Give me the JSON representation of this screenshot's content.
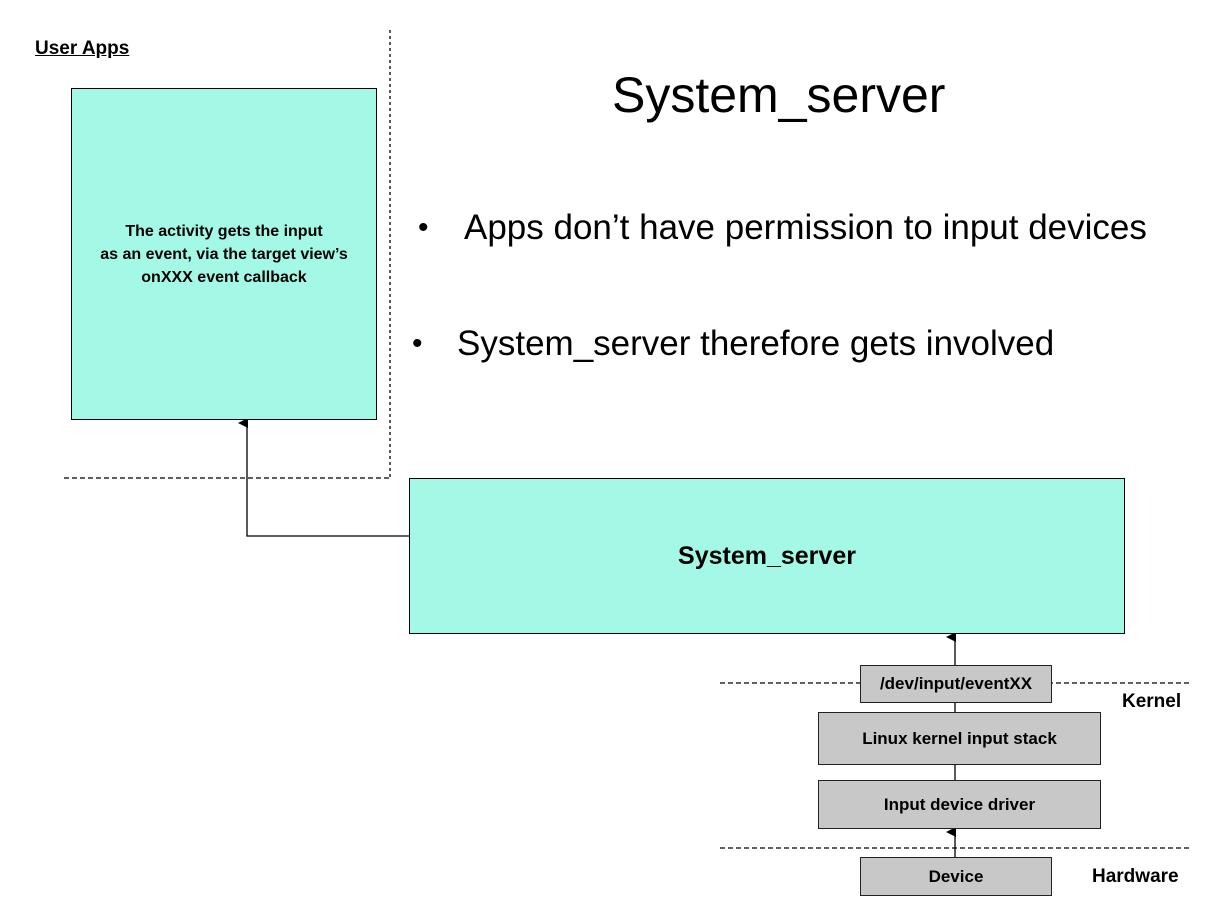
{
  "labels": {
    "user_apps": "User Apps",
    "kernel": "Kernel",
    "hardware": "Hardware"
  },
  "title": "System_server",
  "bullets": [
    "Apps don’t have permission to input devices",
    "System_server therefore gets involved"
  ],
  "boxes": {
    "activity": [
      "The activity gets the input",
      "as an event, via the target view’s",
      "onXXX event callback"
    ],
    "system_server": "System_server",
    "dev_input": "/dev/input/eventXX",
    "kernel_stack": "Linux kernel input stack",
    "driver": "Input device driver",
    "device": "Device"
  },
  "colors": {
    "app_box_fill": "#a4f8e6",
    "kernel_box_fill": "#c8c8c8"
  }
}
